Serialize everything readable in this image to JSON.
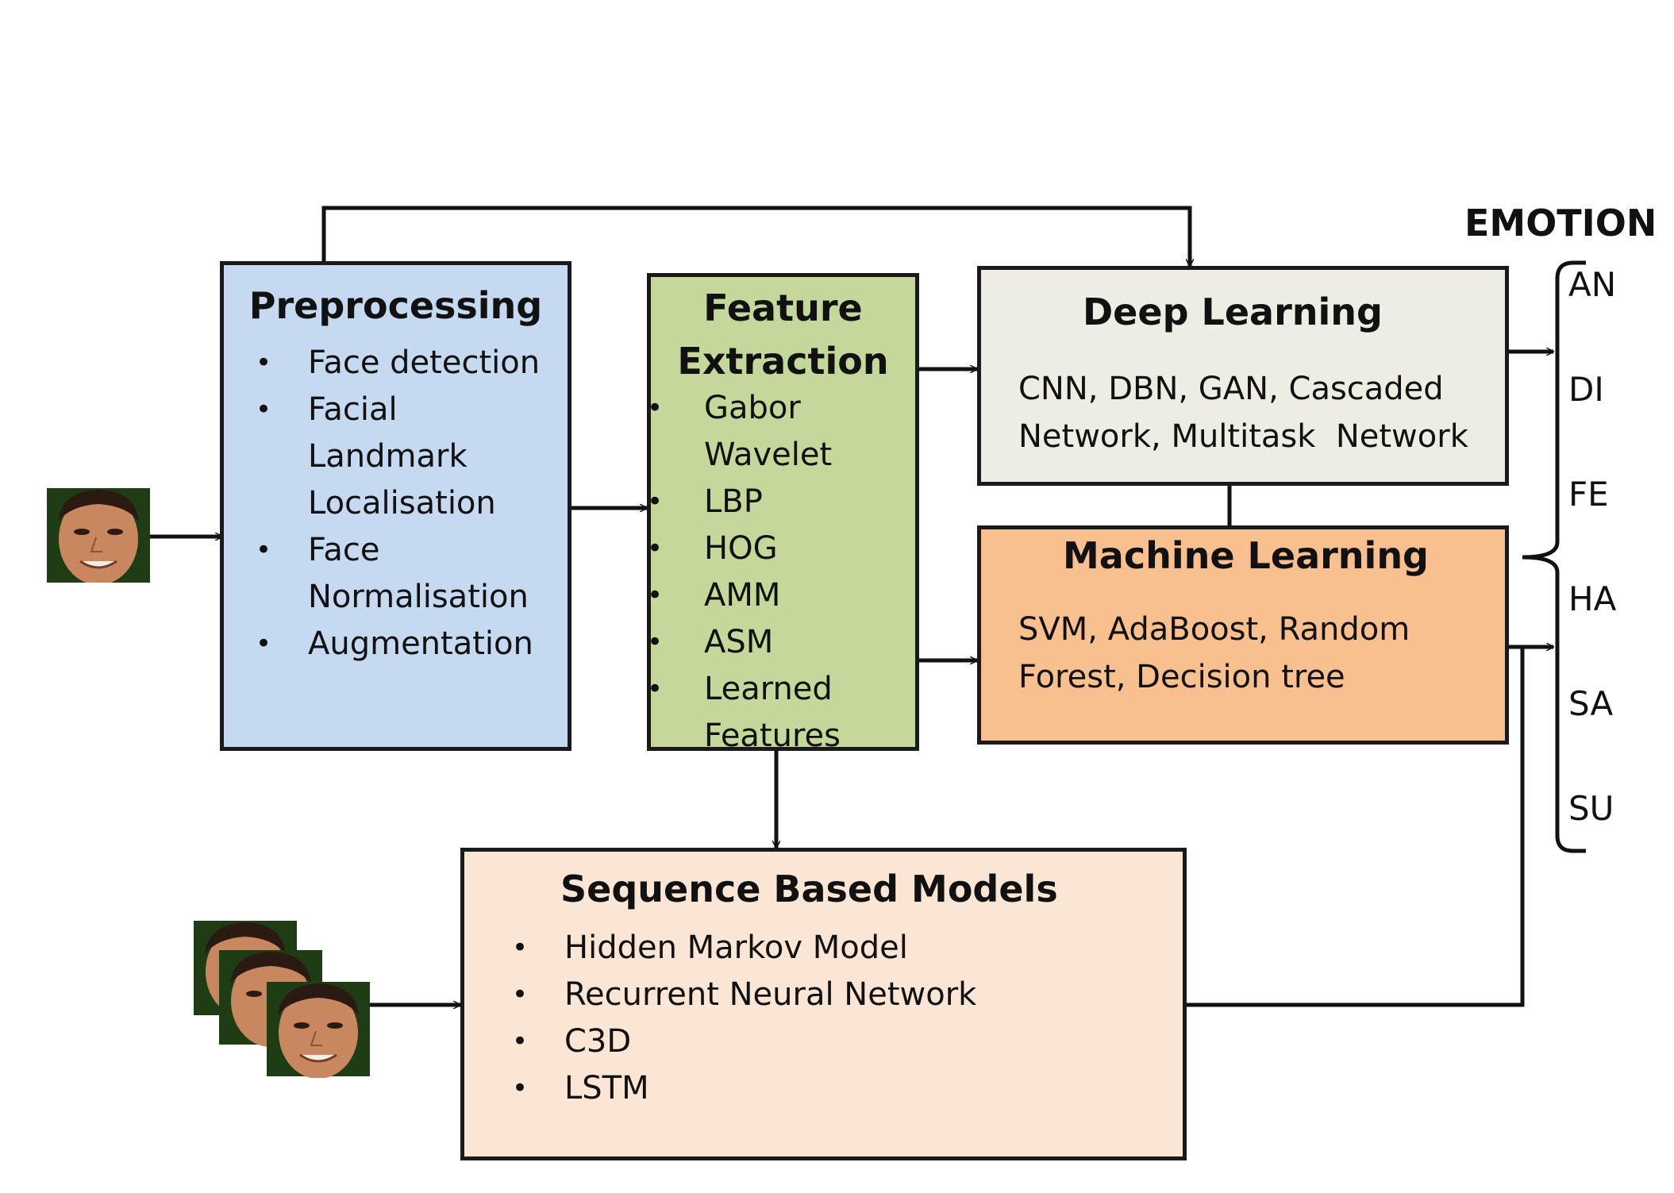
{
  "preprocessing": {
    "title": "Preprocessing",
    "items": [
      "Face detection",
      "Facial Landmark Localisation",
      "Face Normalisation",
      "Augmentation"
    ]
  },
  "feature_extraction": {
    "title": "Feature Extraction",
    "items": [
      "Gabor Wavelet",
      "LBP",
      "HOG",
      "AMM",
      "ASM",
      "Learned Features"
    ]
  },
  "deep_learning": {
    "title": "Deep Learning",
    "text": "CNN, DBN, GAN, Cascaded Network, Multitask  Network"
  },
  "machine_learning": {
    "title": "Machine Learning",
    "text": "SVM, AdaBoost, Random Forest, Decision tree"
  },
  "sequence_models": {
    "title": "Sequence Based Models",
    "items": [
      "Hidden Markov Model",
      "Recurrent Neural Network",
      "C3D",
      "LSTM"
    ]
  },
  "emotion": {
    "heading": "EMOTION",
    "labels": [
      "AN",
      "DI",
      "FE",
      "HA",
      "SA",
      "SU"
    ]
  },
  "colors": {
    "preprocessing": "#c5d9f0",
    "feature_extraction": "#c4d89b",
    "deep_learning": "#eeede3",
    "machine_learning": "#f8c08f",
    "sequence_models": "#fbe6d5"
  }
}
